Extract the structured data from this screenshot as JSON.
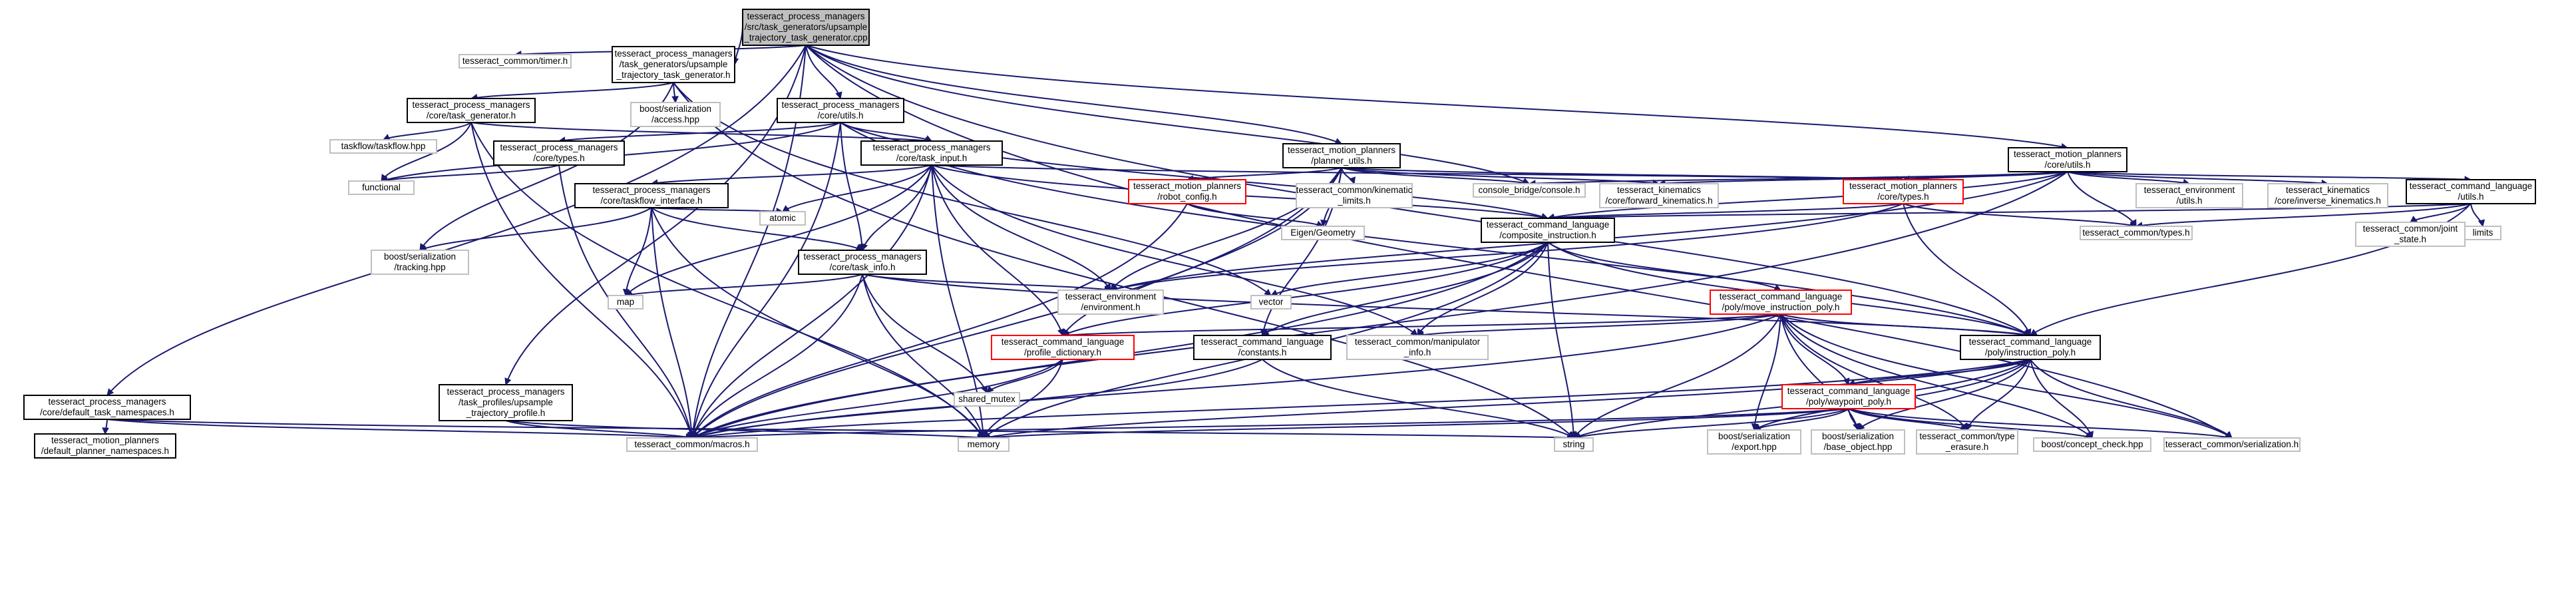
{
  "title": "tesseract_process_managers/src/task_generators/upsample_trajectory_task_generator.cpp",
  "colors": {
    "root_fill": "#bfbfbf",
    "root_border": "#000000",
    "local_border": "#000000",
    "truncated_border": "#ff0000",
    "external_border": "#bfbfbf",
    "edge": "#191970"
  },
  "nodes": [
    {
      "id": "root",
      "kind": "root",
      "lines": [
        "tesseract_process_managers",
        "/src/task_generators/upsample",
        "_trajectory_task_generator.cpp"
      ]
    },
    {
      "id": "timer",
      "kind": "external",
      "lines": [
        "tesseract_common/timer.h"
      ]
    },
    {
      "id": "upsample_gen_h",
      "kind": "local",
      "lines": [
        "tesseract_process_managers",
        "/task_generators/upsample",
        "_trajectory_task_generator.h"
      ]
    },
    {
      "id": "core_utils",
      "kind": "local",
      "lines": [
        "tesseract_process_managers",
        "/core/utils.h"
      ]
    },
    {
      "id": "mp_planner_utils",
      "kind": "local",
      "lines": [
        "tesseract_motion_planners",
        "/planner_utils.h"
      ]
    },
    {
      "id": "mp_core_utils",
      "kind": "local",
      "lines": [
        "tesseract_motion_planners",
        "/core/utils.h"
      ]
    },
    {
      "id": "task_generator",
      "kind": "local",
      "lines": [
        "tesseract_process_managers",
        "/core/task_generator.h"
      ]
    },
    {
      "id": "boost_access",
      "kind": "external",
      "lines": [
        "boost/serialization",
        "/access.hpp"
      ]
    },
    {
      "id": "taskflow",
      "kind": "external",
      "lines": [
        "taskflow/taskflow.hpp"
      ]
    },
    {
      "id": "pm_types",
      "kind": "local",
      "lines": [
        "tesseract_process_managers",
        "/core/types.h"
      ]
    },
    {
      "id": "task_input",
      "kind": "local",
      "lines": [
        "tesseract_process_managers",
        "/core/task_input.h"
      ]
    },
    {
      "id": "functional",
      "kind": "external",
      "lines": [
        "functional"
      ]
    },
    {
      "id": "robot_config",
      "kind": "truncated",
      "lines": [
        "tesseract_motion_planners",
        "/robot_config.h"
      ]
    },
    {
      "id": "kin_limits",
      "kind": "external",
      "lines": [
        "tesseract_common/kinematic",
        "_limits.h"
      ]
    },
    {
      "id": "console",
      "kind": "external",
      "lines": [
        "console_bridge/console.h"
      ]
    },
    {
      "id": "fwd_kin",
      "kind": "external",
      "lines": [
        "tesseract_kinematics",
        "/core/forward_kinematics.h"
      ]
    },
    {
      "id": "mp_types",
      "kind": "truncated",
      "lines": [
        "tesseract_motion_planners",
        "/core/types.h"
      ]
    },
    {
      "id": "env_utils",
      "kind": "external",
      "lines": [
        "tesseract_environment",
        "/utils.h"
      ]
    },
    {
      "id": "inv_kin",
      "kind": "external",
      "lines": [
        "tesseract_kinematics",
        "/core/inverse_kinematics.h"
      ]
    },
    {
      "id": "cl_utils",
      "kind": "local",
      "lines": [
        "tesseract_command_language",
        "/utils.h"
      ]
    },
    {
      "id": "taskflow_interface",
      "kind": "local",
      "lines": [
        "tesseract_process_managers",
        "/core/taskflow_interface.h"
      ]
    },
    {
      "id": "atomic",
      "kind": "external",
      "lines": [
        "atomic"
      ]
    },
    {
      "id": "eigen",
      "kind": "external",
      "lines": [
        "Eigen/Geometry"
      ]
    },
    {
      "id": "composite",
      "kind": "local",
      "lines": [
        "tesseract_command_language",
        "/composite_instruction.h"
      ]
    },
    {
      "id": "common_types",
      "kind": "external",
      "lines": [
        "tesseract_common/types.h"
      ]
    },
    {
      "id": "joint_state",
      "kind": "external",
      "lines": [
        "tesseract_common/joint",
        "_state.h"
      ]
    },
    {
      "id": "limits",
      "kind": "external",
      "lines": [
        "limits"
      ]
    },
    {
      "id": "boost_tracking",
      "kind": "external",
      "lines": [
        "boost/serialization",
        "/tracking.hpp"
      ]
    },
    {
      "id": "task_info",
      "kind": "local",
      "lines": [
        "tesseract_process_managers",
        "/core/task_info.h"
      ]
    },
    {
      "id": "map",
      "kind": "external",
      "lines": [
        "map"
      ]
    },
    {
      "id": "env_h",
      "kind": "external",
      "lines": [
        "tesseract_environment",
        "/environment.h"
      ]
    },
    {
      "id": "vector",
      "kind": "external",
      "lines": [
        "vector"
      ]
    },
    {
      "id": "move_instr",
      "kind": "truncated",
      "lines": [
        "tesseract_command_language",
        "/poly/move_instruction_poly.h"
      ]
    },
    {
      "id": "profile_dict",
      "kind": "truncated",
      "lines": [
        "tesseract_command_language",
        "/profile_dictionary.h"
      ]
    },
    {
      "id": "cl_constants",
      "kind": "local",
      "lines": [
        "tesseract_command_language",
        "/constants.h"
      ]
    },
    {
      "id": "manip_info",
      "kind": "external",
      "lines": [
        "tesseract_common/manipulator",
        "_info.h"
      ]
    },
    {
      "id": "instr_poly",
      "kind": "local",
      "lines": [
        "tesseract_command_language",
        "/poly/instruction_poly.h"
      ]
    },
    {
      "id": "default_ns",
      "kind": "local",
      "lines": [
        "tesseract_process_managers",
        "/core/default_task_namespaces.h"
      ]
    },
    {
      "id": "upsample_profile",
      "kind": "local",
      "lines": [
        "tesseract_process_managers",
        "/task_profiles/upsample",
        "_trajectory_profile.h"
      ]
    },
    {
      "id": "shared_mutex",
      "kind": "external",
      "lines": [
        "shared_mutex"
      ]
    },
    {
      "id": "waypoint_poly",
      "kind": "truncated",
      "lines": [
        "tesseract_command_language",
        "/poly/waypoint_poly.h"
      ]
    },
    {
      "id": "mp_default_ns",
      "kind": "local",
      "lines": [
        "tesseract_motion_planners",
        "/default_planner_namespaces.h"
      ]
    },
    {
      "id": "macros",
      "kind": "external",
      "lines": [
        "tesseract_common/macros.h"
      ]
    },
    {
      "id": "memory",
      "kind": "external",
      "lines": [
        "memory"
      ]
    },
    {
      "id": "string",
      "kind": "external",
      "lines": [
        "string"
      ]
    },
    {
      "id": "boost_export",
      "kind": "external",
      "lines": [
        "boost/serialization",
        "/export.hpp"
      ]
    },
    {
      "id": "boost_base_object",
      "kind": "external",
      "lines": [
        "boost/serialization",
        "/base_object.hpp"
      ]
    },
    {
      "id": "type_erasure",
      "kind": "external",
      "lines": [
        "tesseract_common/type",
        "_erasure.h"
      ]
    },
    {
      "id": "concept_check",
      "kind": "external",
      "lines": [
        "boost/concept_check.hpp"
      ]
    },
    {
      "id": "serialization",
      "kind": "external",
      "lines": [
        "tesseract_common/serialization.h"
      ]
    }
  ],
  "edges": [
    [
      "root",
      "timer"
    ],
    [
      "root",
      "upsample_gen_h"
    ],
    [
      "root",
      "core_utils"
    ],
    [
      "root",
      "mp_planner_utils"
    ],
    [
      "root",
      "mp_core_utils"
    ],
    [
      "root",
      "console"
    ],
    [
      "root",
      "default_ns"
    ],
    [
      "root",
      "upsample_profile"
    ],
    [
      "root",
      "macros"
    ],
    [
      "root",
      "serialization"
    ],
    [
      "root",
      "instr_poly"
    ],
    [
      "upsample_gen_h",
      "task_generator"
    ],
    [
      "upsample_gen_h",
      "boost_access"
    ],
    [
      "upsample_gen_h",
      "boost_tracking"
    ],
    [
      "upsample_gen_h",
      "vector"
    ],
    [
      "upsample_gen_h",
      "string"
    ],
    [
      "task_generator",
      "taskflow"
    ],
    [
      "task_generator",
      "functional"
    ],
    [
      "task_generator",
      "task_input"
    ],
    [
      "task_generator",
      "macros"
    ],
    [
      "task_generator",
      "memory"
    ],
    [
      "core_utils",
      "pm_types"
    ],
    [
      "core_utils",
      "task_input"
    ],
    [
      "core_utils",
      "functional"
    ],
    [
      "core_utils",
      "task_info"
    ],
    [
      "core_utils",
      "composite"
    ],
    [
      "core_utils",
      "macros"
    ],
    [
      "core_utils",
      "instr_poly"
    ],
    [
      "pm_types",
      "functional"
    ],
    [
      "pm_types",
      "macros"
    ],
    [
      "task_input",
      "taskflow_interface"
    ],
    [
      "task_input",
      "task_info"
    ],
    [
      "task_input",
      "atomic"
    ],
    [
      "task_input",
      "env_h"
    ],
    [
      "task_input",
      "composite"
    ],
    [
      "task_input",
      "profile_dict"
    ],
    [
      "task_input",
      "manip_info"
    ],
    [
      "task_input",
      "mp_types"
    ],
    [
      "task_input",
      "memory"
    ],
    [
      "task_input",
      "macros"
    ],
    [
      "task_input",
      "map"
    ],
    [
      "taskflow_interface",
      "atomic"
    ],
    [
      "taskflow_interface",
      "map"
    ],
    [
      "taskflow_interface",
      "task_info"
    ],
    [
      "taskflow_interface",
      "memory"
    ],
    [
      "taskflow_interface",
      "boost_tracking"
    ],
    [
      "taskflow_interface",
      "macros"
    ],
    [
      "task_info",
      "map"
    ],
    [
      "task_info",
      "env_h"
    ],
    [
      "task_info",
      "shared_mutex"
    ],
    [
      "task_info",
      "memory"
    ],
    [
      "task_info",
      "macros"
    ],
    [
      "task_info",
      "instr_poly"
    ],
    [
      "mp_planner_utils",
      "robot_config"
    ],
    [
      "mp_planner_utils",
      "kin_limits"
    ],
    [
      "mp_planner_utils",
      "console"
    ],
    [
      "mp_planner_utils",
      "fwd_kin"
    ],
    [
      "mp_planner_utils",
      "mp_types"
    ],
    [
      "mp_planner_utils",
      "eigen"
    ],
    [
      "mp_planner_utils",
      "env_h"
    ],
    [
      "mp_planner_utils",
      "profile_dict"
    ],
    [
      "mp_planner_utils",
      "cl_constants"
    ],
    [
      "mp_planner_utils",
      "macros"
    ],
    [
      "robot_config",
      "eigen"
    ],
    [
      "robot_config",
      "macros"
    ],
    [
      "mp_core_utils",
      "env_utils"
    ],
    [
      "mp_core_utils",
      "inv_kin"
    ],
    [
      "mp_core_utils",
      "cl_utils"
    ],
    [
      "mp_core_utils",
      "common_types"
    ],
    [
      "mp_core_utils",
      "mp_types"
    ],
    [
      "mp_core_utils",
      "composite"
    ],
    [
      "mp_core_utils",
      "console"
    ],
    [
      "mp_core_utils",
      "fwd_kin"
    ],
    [
      "mp_core_utils",
      "env_h"
    ],
    [
      "mp_core_utils",
      "macros"
    ],
    [
      "mp_types",
      "common_types"
    ],
    [
      "mp_types",
      "composite"
    ],
    [
      "mp_types",
      "instr_poly"
    ],
    [
      "mp_types",
      "env_h"
    ],
    [
      "cl_utils",
      "joint_state"
    ],
    [
      "cl_utils",
      "limits"
    ],
    [
      "cl_utils",
      "common_types"
    ],
    [
      "cl_utils",
      "composite"
    ],
    [
      "cl_utils",
      "instr_poly"
    ],
    [
      "composite",
      "vector"
    ],
    [
      "composite",
      "string"
    ],
    [
      "composite",
      "move_instr"
    ],
    [
      "composite",
      "cl_constants"
    ],
    [
      "composite",
      "manip_info"
    ],
    [
      "composite",
      "profile_dict"
    ],
    [
      "composite",
      "instr_poly"
    ],
    [
      "composite",
      "macros"
    ],
    [
      "composite",
      "memory"
    ],
    [
      "move_instr",
      "instr_poly"
    ],
    [
      "move_instr",
      "waypoint_poly"
    ],
    [
      "move_instr",
      "profile_dict"
    ],
    [
      "move_instr",
      "manip_info"
    ],
    [
      "move_instr",
      "boost_export"
    ],
    [
      "move_instr",
      "boost_base_object"
    ],
    [
      "move_instr",
      "type_erasure"
    ],
    [
      "move_instr",
      "concept_check"
    ],
    [
      "move_instr",
      "serialization"
    ],
    [
      "move_instr",
      "string"
    ],
    [
      "move_instr",
      "macros"
    ],
    [
      "profile_dict",
      "shared_mutex"
    ],
    [
      "profile_dict",
      "memory"
    ],
    [
      "profile_dict",
      "macros"
    ],
    [
      "cl_constants",
      "string"
    ],
    [
      "cl_constants",
      "macros"
    ],
    [
      "instr_poly",
      "waypoint_poly"
    ],
    [
      "instr_poly",
      "boost_export"
    ],
    [
      "instr_poly",
      "boost_base_object"
    ],
    [
      "instr_poly",
      "type_erasure"
    ],
    [
      "instr_poly",
      "concept_check"
    ],
    [
      "instr_poly",
      "serialization"
    ],
    [
      "instr_poly",
      "string"
    ],
    [
      "instr_poly",
      "memory"
    ],
    [
      "instr_poly",
      "macros"
    ],
    [
      "waypoint_poly",
      "boost_export"
    ],
    [
      "waypoint_poly",
      "boost_base_object"
    ],
    [
      "waypoint_poly",
      "type_erasure"
    ],
    [
      "waypoint_poly",
      "concept_check"
    ],
    [
      "waypoint_poly",
      "serialization"
    ],
    [
      "waypoint_poly",
      "string"
    ],
    [
      "waypoint_poly",
      "memory"
    ],
    [
      "waypoint_poly",
      "macros"
    ],
    [
      "default_ns",
      "mp_default_ns"
    ],
    [
      "default_ns",
      "macros"
    ],
    [
      "default_ns",
      "string"
    ],
    [
      "upsample_profile",
      "macros"
    ],
    [
      "upsample_profile",
      "memory"
    ]
  ]
}
